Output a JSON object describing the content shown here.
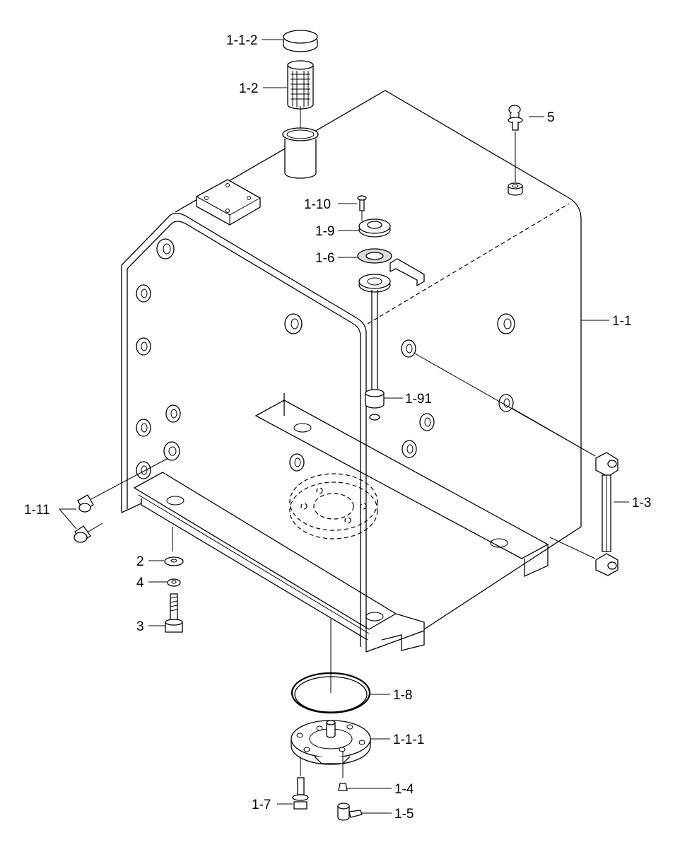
{
  "labels": {
    "p_1_1_2": "1-1-2",
    "p_1_2": "1-2",
    "p_5": "5",
    "p_1_10": "1-10",
    "p_1_9": "1-9",
    "p_1_6": "1-6",
    "p_1_1": "1-1",
    "p_1_91": "1-91",
    "p_1_3": "1-3",
    "p_1_11": "1-11",
    "p_2": "2",
    "p_4": "4",
    "p_3": "3",
    "p_1_8": "1-8",
    "p_1_1_1": "1-1-1",
    "p_1_4": "1-4",
    "p_1_7": "1-7",
    "p_1_5": "1-5"
  }
}
